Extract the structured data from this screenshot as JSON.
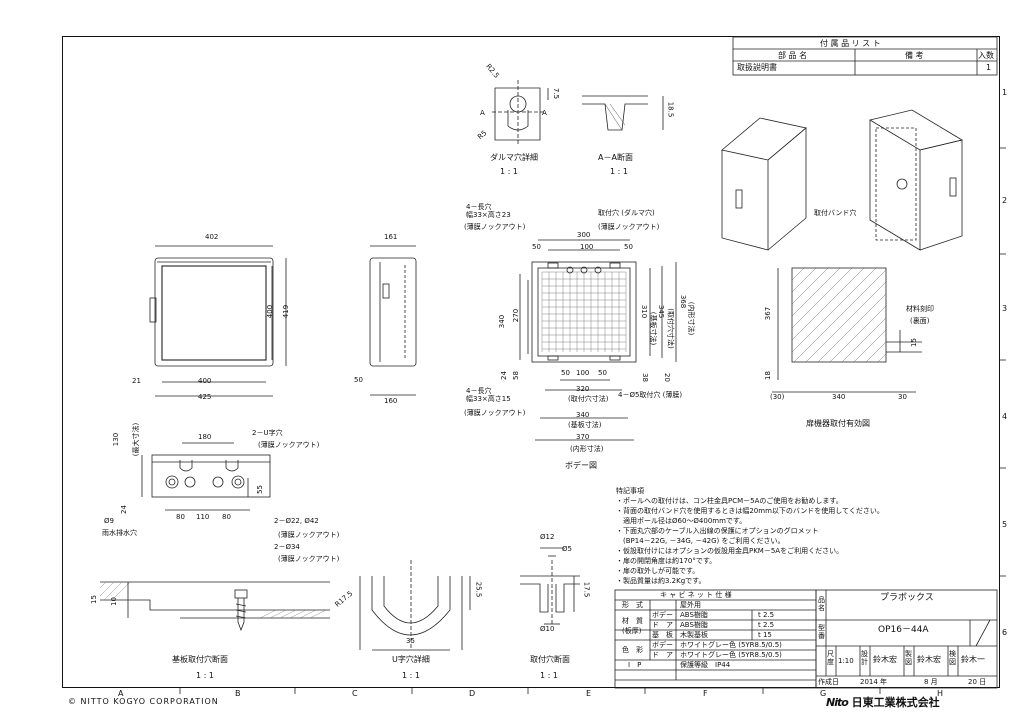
{
  "accessories": {
    "title": "付 属 品 リ ス ト",
    "headers": [
      "部 品 名",
      "備 考",
      "入数"
    ],
    "rows": [
      [
        "取扱説明書",
        "",
        "1"
      ]
    ]
  },
  "details": {
    "daruma_title": "ダルマ穴詳細",
    "daruma_scale": "1 : 1",
    "aa_title": "A－A断面",
    "aa_scale": "1 : 1",
    "r25": "R2.5",
    "r5": "R5",
    "a_left": "A",
    "a_right": "A",
    "d75": "7.5",
    "d185": "18.5"
  },
  "front": {
    "w402": "402",
    "w400": "400",
    "w425": "425",
    "w21": "21",
    "h400": "400",
    "h419": "419"
  },
  "side": {
    "w161": "161",
    "w160": "160",
    "w50": "50"
  },
  "body": {
    "slot_top": "4－長穴",
    "slot_top_size": "幅33×高さ23",
    "knock_top": "(薄膜ノックアウト)",
    "mount_hole": "取付穴 (ダルマ穴)",
    "mount_knock": "(薄膜ノックアウト)",
    "d300": "300",
    "d100": "100",
    "d50a": "50",
    "d50b": "50",
    "d340": "340",
    "d270": "270",
    "d24": "24",
    "d58": "58",
    "d310": "310",
    "d310_note": "(基板寸法)",
    "d345": "345",
    "d345_note": "(取付穴寸法)",
    "d368": "368",
    "d368_note": "(内形寸法)",
    "d38": "38",
    "d20": "20",
    "b50a": "50",
    "b100": "100",
    "b50b": "50",
    "d320": "320",
    "d320_note": "(取付穴寸法)",
    "d340b": "340",
    "d340b_note": "(基板寸法)",
    "d370": "370",
    "d370_note": "(内形寸法)",
    "slot_bot": "4－長穴",
    "slot_bot_size": "幅33×高さ15",
    "knock_bot": "(薄膜ノックアウト)",
    "hole5": "4－Ø5取付穴 (薄膜)",
    "title": "ボデー図"
  },
  "door": {
    "d367": "367",
    "d18": "18",
    "d340": "340",
    "d30a": "(30)",
    "d30b": "30",
    "d15": "15",
    "mat": "材料刻印",
    "mat_note": "(裏面)",
    "title": "扉機器取付有効図"
  },
  "iso": {
    "band_label": "取付バンド穴"
  },
  "bottom": {
    "u_hole": "2－U字穴",
    "u_knock": "(薄膜ノックアウト)",
    "d180": "180",
    "d130": "130",
    "d130_note": "(最大寸法)",
    "d55": "55",
    "d9": "Ø9",
    "d24": "24",
    "rain_drain": "雨水排水穴",
    "b80a": "80",
    "b110": "110",
    "b80b": "80",
    "h22_42": "2－Ø22, Ø42",
    "h22_knock": "(薄膜ノックアウト)",
    "h34": "2－Ø34",
    "h34_knock": "(薄膜ノックアウト)"
  },
  "notes": {
    "title": "特記事項",
    "lines": [
      "・ポールへの取付けは、コン柱金具PCM－5Aのご使用をお勧めします。",
      "・背面の取付バンド穴を使用するときは幅20mm以下のバンドを使用してください。",
      "　適用ポール径はØ60～Ø400mmです。",
      "・下面丸穴部のケーブル入出線の保護にオプションのグロメット",
      "　(BP14－22G, －34G, －42G) をご利用ください。",
      "・仮設取付けにはオプションの仮設用金具PKM－5Aをご利用ください。",
      "・扉の開閉角度は約170°です。",
      "・扉の取外しが可能です。",
      "・製品質量は約3.2Kgです。"
    ]
  },
  "sections": {
    "base_title": "基板取付穴断面",
    "base_scale": "1 : 1",
    "b15": "15",
    "b10": "10",
    "u_title": "U字穴詳細",
    "u_scale": "1 : 1",
    "r175": "R17.5",
    "d255": "25.5",
    "d35": "35",
    "m_title": "取付穴断面",
    "m_scale": "1 : 1",
    "d12": "Ø12",
    "d5": "Ø5",
    "d10": "Ø10",
    "d175": "17.5"
  },
  "spec": {
    "title": "キ ャ ビ ネ ッ ト 仕 様",
    "r_type_l": "形　式",
    "r_type_v": "屋外用",
    "mat_l": "材　質",
    "mat_sub": "(板厚)",
    "body_l": "ボデー",
    "body_v": "ABS樹脂",
    "body_t": "t 2.5",
    "door_l": "ド　ア",
    "door_v": "ABS樹脂",
    "door_t": "t 2.5",
    "base_l": "基　板",
    "base_v": "木製基板",
    "base_t": "t 15",
    "color_l": "色　彩",
    "c_body_l": "ボデー",
    "c_body_v": "ホワイトグレー色 (5YR8.5/0.5)",
    "c_door_l": "ド　ア",
    "c_door_v": "ホワイトグレー色 (5YR8.5/0.5)",
    "ip_l": "I　P",
    "ip_v": "保護等級　IP44"
  },
  "title_block": {
    "name_l": "品名",
    "name_v": "プラボックス",
    "model_l": "型番",
    "model_v": "OP16－44A",
    "scale_l": "尺度",
    "scale_v": "1:10",
    "design_l": "設計",
    "design_v": "鈴木宏",
    "draw_l": "製図",
    "draw_v": "鈴木宏",
    "check_l": "検図",
    "check_v": "鈴木一",
    "date_l": "作成日",
    "date_year": "2014 年",
    "date_month": "8 月",
    "date_day": "20 日"
  },
  "grid": {
    "cols": [
      "A",
      "B",
      "C",
      "D",
      "E",
      "F",
      "G",
      "H"
    ],
    "rows": [
      "1",
      "2",
      "3",
      "4",
      "5",
      "6"
    ]
  },
  "footer": {
    "copyright": "© NITTO KOGYO CORPORATION",
    "logo_mark": "Nito",
    "company": "日東工業株式会社"
  }
}
